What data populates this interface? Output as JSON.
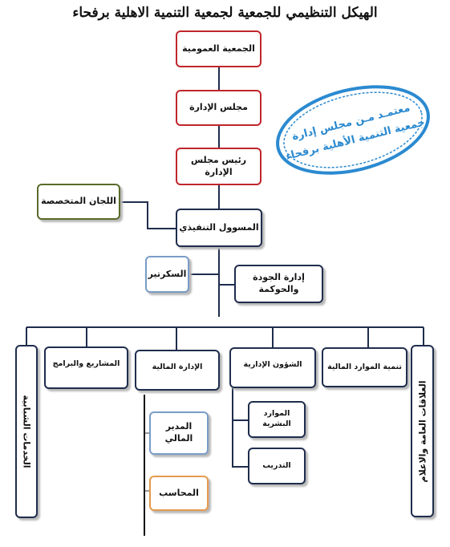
{
  "title": "الهيكل التنظيمي للجمعية لجمعية التنمية الاهلية برفحاء",
  "nodes": {
    "general_assembly": "الجمعية العمومية",
    "board": "مجلس الإدارة",
    "board_chairman": "رئيس مجلس الإدارة",
    "committees": "اللجان المتخصصة",
    "executive": "المسوول التنفيذي",
    "secretary": "السكرتير",
    "quality_governance": "إدارة الجودة والحوكمة",
    "public_relations": "العلاقات العامة والاعلام",
    "financial_resources_dev": "تنمية الموارد المالية",
    "administrative_affairs": "الشؤون الإدارية",
    "financial_admin": "الإدارة المالية",
    "projects_programs": "المشاريع والبرامج",
    "youth_services": "الخدمات الشبابية",
    "human_resources": "الموارد البشرية",
    "training": "التدريب",
    "financial_manager": "المدير المالي",
    "accountant": "المحاسب"
  },
  "stamp": {
    "line1": "معتمـد مـن مجلس إدارة",
    "line2": "جمعية التنمية الأهلية برفحاء"
  },
  "colors": {
    "red": "#c0262c",
    "green": "#5a6b2a",
    "navy": "#1f2d4d",
    "light_blue": "#7a9cc6",
    "orange": "#e59a4c",
    "stamp_blue": "#2b8ad0"
  }
}
